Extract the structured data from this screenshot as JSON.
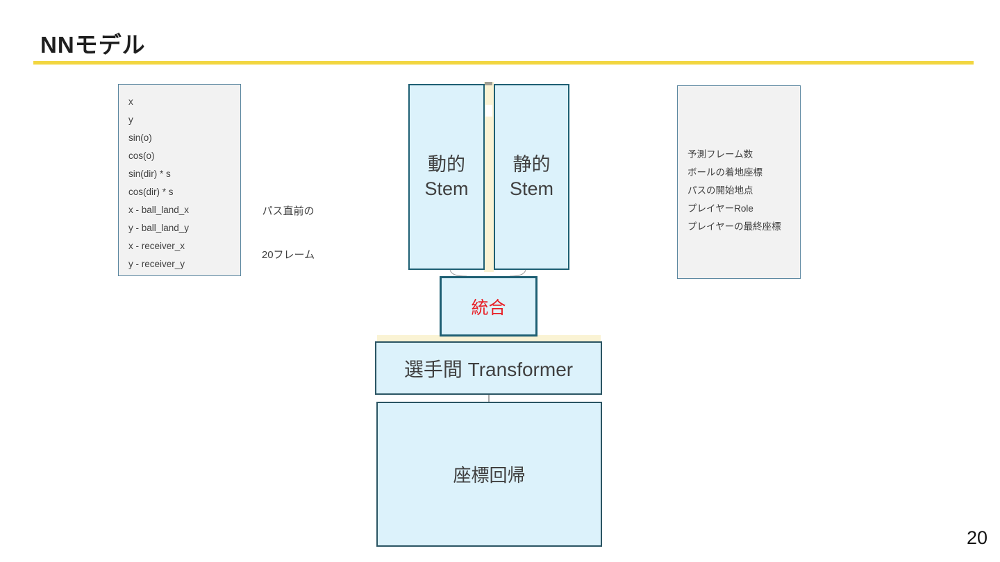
{
  "slide": {
    "title": "NNモデル",
    "page_number": "20"
  },
  "colors": {
    "accent_underline": "#F2D640",
    "blue_box_fill": "#DCF2FB",
    "stem_border_teal": "#1E5F73",
    "lower_border_slate": "#2B5563",
    "gray_box_fill": "#F2F2F2",
    "gray_box_border": "#5B87A0",
    "cream_fill": "#FAF3D4",
    "merge_text_red": "#E81E25",
    "body_text": "#404040"
  },
  "input_features": {
    "items": [
      "x",
      "y",
      "sin(o)",
      "cos(o)",
      "sin(dir) * s",
      "cos(dir) * s",
      "x - ball_land_x",
      "y - ball_land_y",
      "x - receiver_x",
      "y - receiver_y"
    ]
  },
  "pass_label": {
    "line1": "パス直前の",
    "line2": "20フレーム"
  },
  "diagram": {
    "dynamic_stem": {
      "line1": "動的",
      "line2": "Stem"
    },
    "static_stem": {
      "line1": "静的",
      "line2": "Stem"
    },
    "merge": {
      "label": "統合"
    },
    "transformer": {
      "label": "選手間 Transformer"
    },
    "regression": {
      "label": "座標回帰"
    }
  },
  "static_features": {
    "items": [
      "予測フレーム数",
      "ボールの着地座標",
      "パスの開始地点",
      "プレイヤーRole",
      "プレイヤーの最終座標"
    ]
  }
}
